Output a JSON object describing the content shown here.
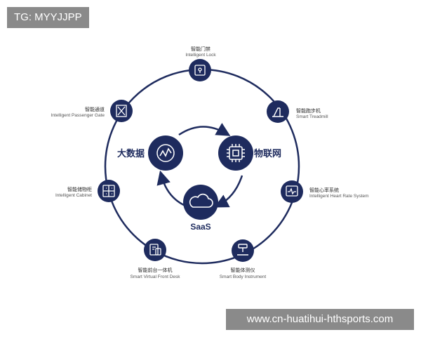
{
  "tag": "TG: MYYJJPP",
  "watermark": "www.cn-huatihui-hthsports.com",
  "colors": {
    "node": "#1e2b5e",
    "ring": "#1e2b5e",
    "text": "#2a2a2a"
  },
  "core": {
    "big_data": "大数据",
    "iot": "物联网",
    "saas": "SaaS"
  },
  "nodes": [
    {
      "icon": "lock-icon",
      "cn": "智能门禁",
      "en": "Intelligent Lock"
    },
    {
      "icon": "treadmill-icon",
      "cn": "智能跑步机",
      "en": "Smart Treadmill"
    },
    {
      "icon": "heart-rate-icon",
      "cn": "智能心率系统",
      "en": "Intelligent Heart Rate System"
    },
    {
      "icon": "body-scale-icon",
      "cn": "智能体测仪",
      "en": "Smart Body Instrument"
    },
    {
      "icon": "front-desk-icon",
      "cn": "智能前台一体机",
      "en": "Smart Virtual Front Desk"
    },
    {
      "icon": "cabinet-icon",
      "cn": "智能储物柜",
      "en": "Intelligent Cabinet"
    },
    {
      "icon": "gate-icon",
      "cn": "智能通道",
      "en": "Intelligent Passenger Gate"
    }
  ]
}
